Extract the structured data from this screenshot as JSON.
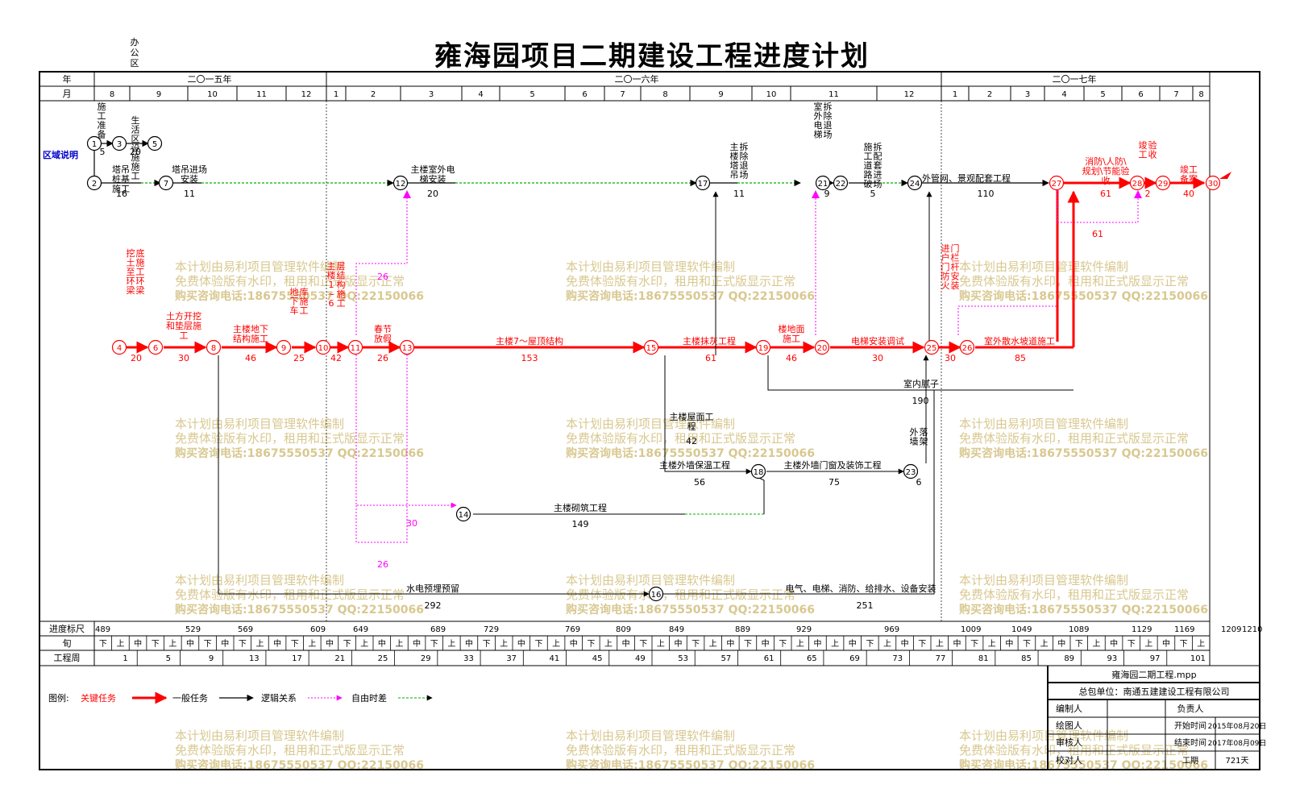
{
  "title": "雍海园项目二期建设工程进度计划",
  "top_vertical_label": "办公区",
  "region_note": "区域说明",
  "header": {
    "year_label": "年",
    "month_label": "月",
    "years": [
      "二〇一五年",
      "二〇一六年",
      "二〇一七年"
    ],
    "months": [
      "8",
      "9",
      "10",
      "11",
      "12",
      "1",
      "2",
      "3",
      "4",
      "5",
      "6",
      "7",
      "8",
      "9",
      "10",
      "11",
      "12",
      "1",
      "2",
      "3",
      "4",
      "5",
      "6",
      "7",
      "8"
    ]
  },
  "scale": {
    "progress_label": "进度标尺",
    "progress_ticks": [
      "489",
      "529",
      "569",
      "609",
      "649",
      "689",
      "729",
      "769",
      "809",
      "849",
      "889",
      "929",
      "969",
      "1009",
      "1049",
      "1089",
      "1129",
      "1169",
      "1209",
      "1210"
    ],
    "xun_label": "旬",
    "xun": [
      "下",
      "上",
      "中",
      "下",
      "上",
      "中",
      "下",
      "中",
      "下",
      "上",
      "中",
      "下",
      "上",
      "中",
      "下",
      "上",
      "中",
      "上",
      "中",
      "下",
      "上",
      "中",
      "下",
      "上",
      "中",
      "下",
      "上",
      "中",
      "下",
      "上",
      "中",
      "下",
      "上",
      "中",
      "下",
      "上",
      "中",
      "下",
      "中",
      "下",
      "上",
      "中",
      "上",
      "中",
      "下",
      "上",
      "中",
      "下",
      "上",
      "中",
      "下",
      "上",
      "中",
      "下",
      "上",
      "中",
      "下",
      "上",
      "中",
      "下",
      "上",
      "中",
      "下",
      "上"
    ],
    "week_label": "工程周",
    "weeks": [
      "1",
      "5",
      "9",
      "13",
      "17",
      "21",
      "25",
      "29",
      "33",
      "37",
      "41",
      "45",
      "49",
      "53",
      "57",
      "61",
      "65",
      "69",
      "73",
      "77",
      "81",
      "85",
      "89",
      "93",
      "97",
      "101"
    ]
  },
  "nodes": [
    "1",
    "2",
    "3",
    "4",
    "5",
    "6",
    "7",
    "8",
    "9",
    "10",
    "11",
    "12",
    "13",
    "14",
    "15",
    "16",
    "17",
    "18",
    "19",
    "20",
    "21",
    "22",
    "23",
    "24",
    "25",
    "26",
    "27",
    "28",
    "29",
    "30"
  ],
  "tasks": {
    "t1_2": "施工准备",
    "d1_2": "5",
    "t3_5": "生活区设施施工",
    "d3_5": "20",
    "t2_7": "塔吊桩基施工",
    "d2_7": "16",
    "t7_12": "塔吊进场安装",
    "d7_12": "11",
    "t12_17": "主楼室外电梯安装",
    "d12_17": "20",
    "t17": "主楼塔吊拆除退场",
    "d17": "11",
    "t21": "室外电梯拆除退场",
    "d21": "9",
    "t22": "施工道路破拆配套进场",
    "d22": "5",
    "t24_27": "外管网、景观配套工程",
    "d24_27": "110",
    "t27_28": "消防\\人防\\规划\\节能验收",
    "d27_28": "61",
    "t28_29": "竣工验收",
    "d28_29": "2",
    "t29_30": "竣工备案",
    "d29_30": "40",
    "d27_28_float": "61",
    "t4_6": "挖土至环梁底施工环梁",
    "d4_6": "20",
    "t6_8": "土方开挖和垫层施工",
    "d6_8": "30",
    "t8_9": "主楼地下结构施工",
    "d8_9": "46",
    "t9_10": "地下车库施工",
    "d9_10": "25",
    "t10_11": "主楼1~6层结构施工",
    "d10_11": "42",
    "t11_13": "春节放假",
    "d11_13": "26",
    "t13_15": "主楼7～屋顶结构",
    "d13_15": "153",
    "t15_19": "主楼抹灰工程",
    "d15_19": "61",
    "t19_20": "楼地面施工",
    "d19_20": "46",
    "t20_25": "电梯安装调试",
    "d20_25": "30",
    "t25_26": "进户门防火门栏杆安装",
    "d25_26": "30",
    "t26_27": "室外散水坡道施工",
    "d26_27": "85",
    "t19_27": "室内腻子",
    "d19_27": "190",
    "t15_18a": "主楼屋面工程",
    "d15_18a": "42",
    "t15_18b": "主楼外墙保温工程",
    "d15_18b": "56",
    "t18_23": "主楼外墙门窗及装饰工程",
    "d18_23": "75",
    "t23_25": "外墙落架",
    "d23_25": "6",
    "t14_19": "主楼砌筑工程",
    "d14_19": "149",
    "t8_16": "水电预埋预留",
    "d8_16": "292",
    "t16_27": "电气、电梯、消防、给排水、设备安装",
    "d16_27": "251",
    "f26a": "26",
    "f30": "30",
    "f26b": "26"
  },
  "legend": {
    "label": "图例:",
    "critical": "关键任务",
    "normal": "一般任务",
    "logic": "逻辑关系",
    "free": "自由时差"
  },
  "info": {
    "file": "雍海园二期工程.mpp",
    "contractor": "总包单位：南通五建建设工程有限公司",
    "compiler": "编制人",
    "owner": "负责人",
    "drawer": "绘图人",
    "start_label": "开始时间",
    "start": "2015年08月20日",
    "reviewer": "审核人",
    "end_label": "结束时间",
    "end": "2017年08月09日",
    "checker": "校对人",
    "period_label": "工期",
    "period": "721天"
  },
  "watermark": {
    "line1": "本计划由易利项目管理软件编制",
    "line2": "免费体验版有水印，租用和正式版显示正常",
    "line3": "购买咨询电话:18675550537 QQ:22150066"
  },
  "colors": {
    "critical": "#ff0000",
    "normal": "#000000",
    "logic": "#ff00ff",
    "free": "#00b000",
    "watermark": "#d8c890",
    "region": "#0000cc"
  }
}
